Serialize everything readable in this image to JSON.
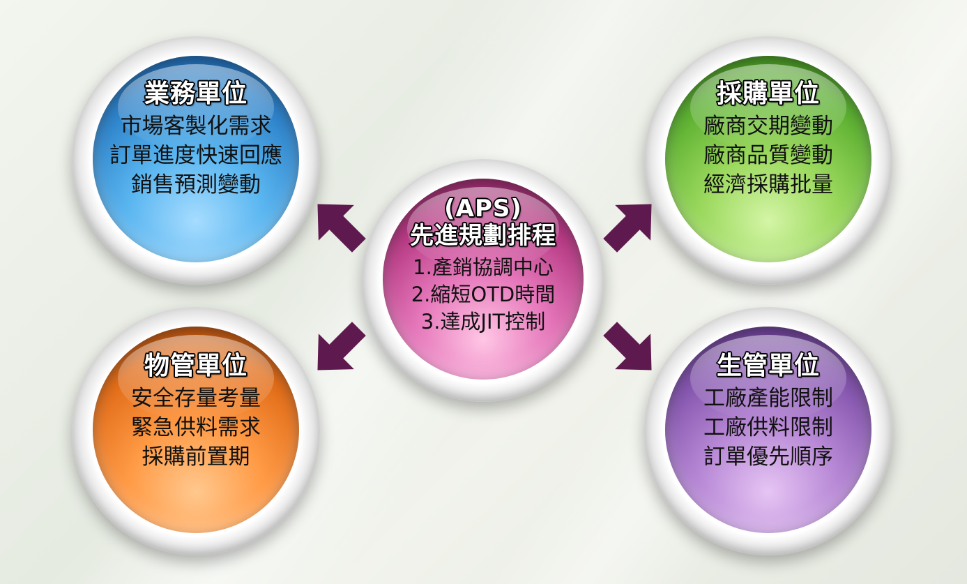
{
  "colors": {
    "arrow": "#5e1a4e",
    "sales": "#2a7fc7",
    "purchasing": "#58ad2e",
    "materials": "#e06a16",
    "production": "#8051aa",
    "aps": "#b2357f"
  },
  "center": {
    "title_line1": "(APS)",
    "title_line2": "先進規劃排程",
    "items": [
      "1.產銷協調中心",
      "2.縮短OTD時間",
      "3.達成JIT控制"
    ]
  },
  "nodes": {
    "sales": {
      "title": "業務單位",
      "items": [
        "市場客製化需求",
        "訂單進度快速回應",
        "銷售預測變動"
      ]
    },
    "purchasing": {
      "title": "採購單位",
      "items": [
        "廠商交期變動",
        "廠商品質變動",
        "經濟採購批量"
      ]
    },
    "materials": {
      "title": "物管單位",
      "items": [
        "安全存量考量",
        "緊急供料需求",
        "採購前置期"
      ]
    },
    "production": {
      "title": "生管單位",
      "items": [
        "工廠產能限制",
        "工廠供料限制",
        "訂單優先順序"
      ]
    }
  }
}
